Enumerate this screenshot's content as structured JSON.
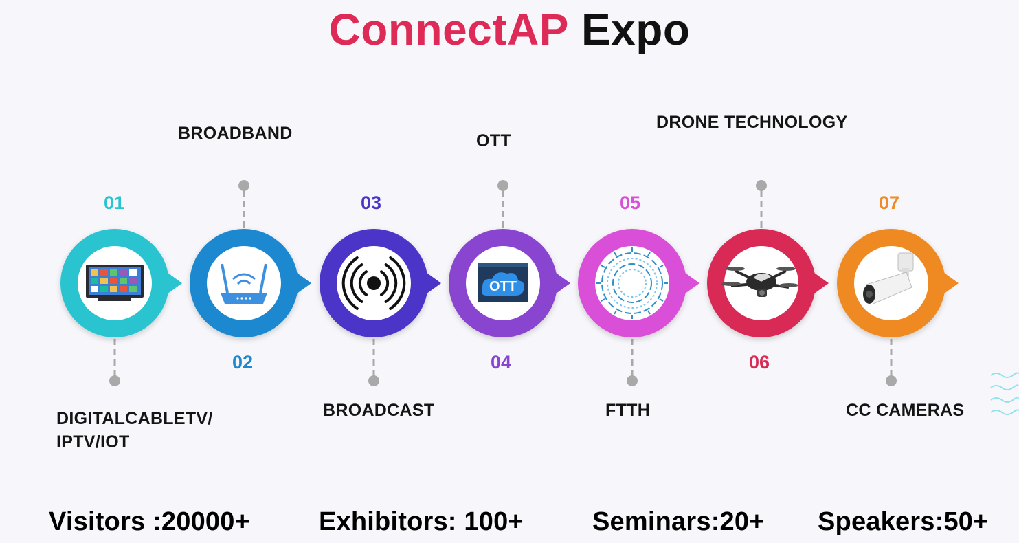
{
  "title": {
    "brand": "ConnectAP",
    "suffix": "Expo"
  },
  "colors": {
    "brand": "#de2a56",
    "step1": "#29c4d0",
    "step2": "#1e88cf",
    "step3": "#4b35c8",
    "step4": "#8a45d0",
    "step5": "#d94fd8",
    "step6": "#d82a55",
    "step7": "#ef8a24"
  },
  "steps": [
    {
      "number": "01",
      "label_line1": "DIGITALCABLETV/",
      "label_line2": "IPTV/IOT",
      "icon": "tv-icon"
    },
    {
      "number": "02",
      "label_line1": "BROADBAND",
      "icon": "wifi-router-icon"
    },
    {
      "number": "03",
      "label_line1": "BROADCAST",
      "icon": "broadcast-icon"
    },
    {
      "number": "04",
      "label_line1": "OTT",
      "icon": "ott-icon"
    },
    {
      "number": "05",
      "label_line1": "FTTH",
      "icon": "fiber-icon"
    },
    {
      "number": "06",
      "label_line1": "DRONE TECHNOLOGY",
      "icon": "drone-icon"
    },
    {
      "number": "07",
      "label_line1": "CC CAMERAS",
      "icon": "cctv-camera-icon"
    }
  ],
  "stats": [
    {
      "text": "Visitors :20000+",
      "color": "#1a4f9c"
    },
    {
      "text": "Exhibitors: 100+",
      "color": "#d24fd6"
    },
    {
      "text": "Seminars:20+",
      "color": "#1e88cf"
    },
    {
      "text": "Speakers:50+",
      "color": "#8a45d0"
    }
  ]
}
